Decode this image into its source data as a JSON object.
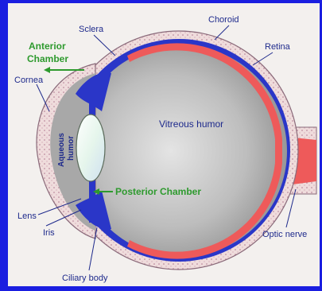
{
  "diagram": {
    "labels": {
      "sclera": "Sclera",
      "choroid": "Choroid",
      "anterior_chamber_line1": "Anterior",
      "anterior_chamber_line2": "Chamber",
      "retina": "Retina",
      "cornea": "Cornea",
      "aqueous_humor_line1": "Aqueous",
      "aqueous_humor_line2": "humor",
      "vitreous_humor": "Vitreous humor",
      "posterior_chamber": "Posterior Chamber",
      "lens": "Lens",
      "iris": "Iris",
      "optic_nerve": "Optic nerve",
      "ciliary_body": "Ciliary body"
    },
    "colors": {
      "frame": "#1a1ee0",
      "background": "#f3f0ee",
      "sclera_fill": "#eed8d8",
      "sclera_dots": "#b07890",
      "choroid": "#2a36c8",
      "retina": "#ee5a5a",
      "vitreous": "#a9a9a9",
      "label_blue": "#1e2a8c",
      "label_green": "#2e9a2e",
      "lens_fill": "#e8f4ee"
    }
  }
}
